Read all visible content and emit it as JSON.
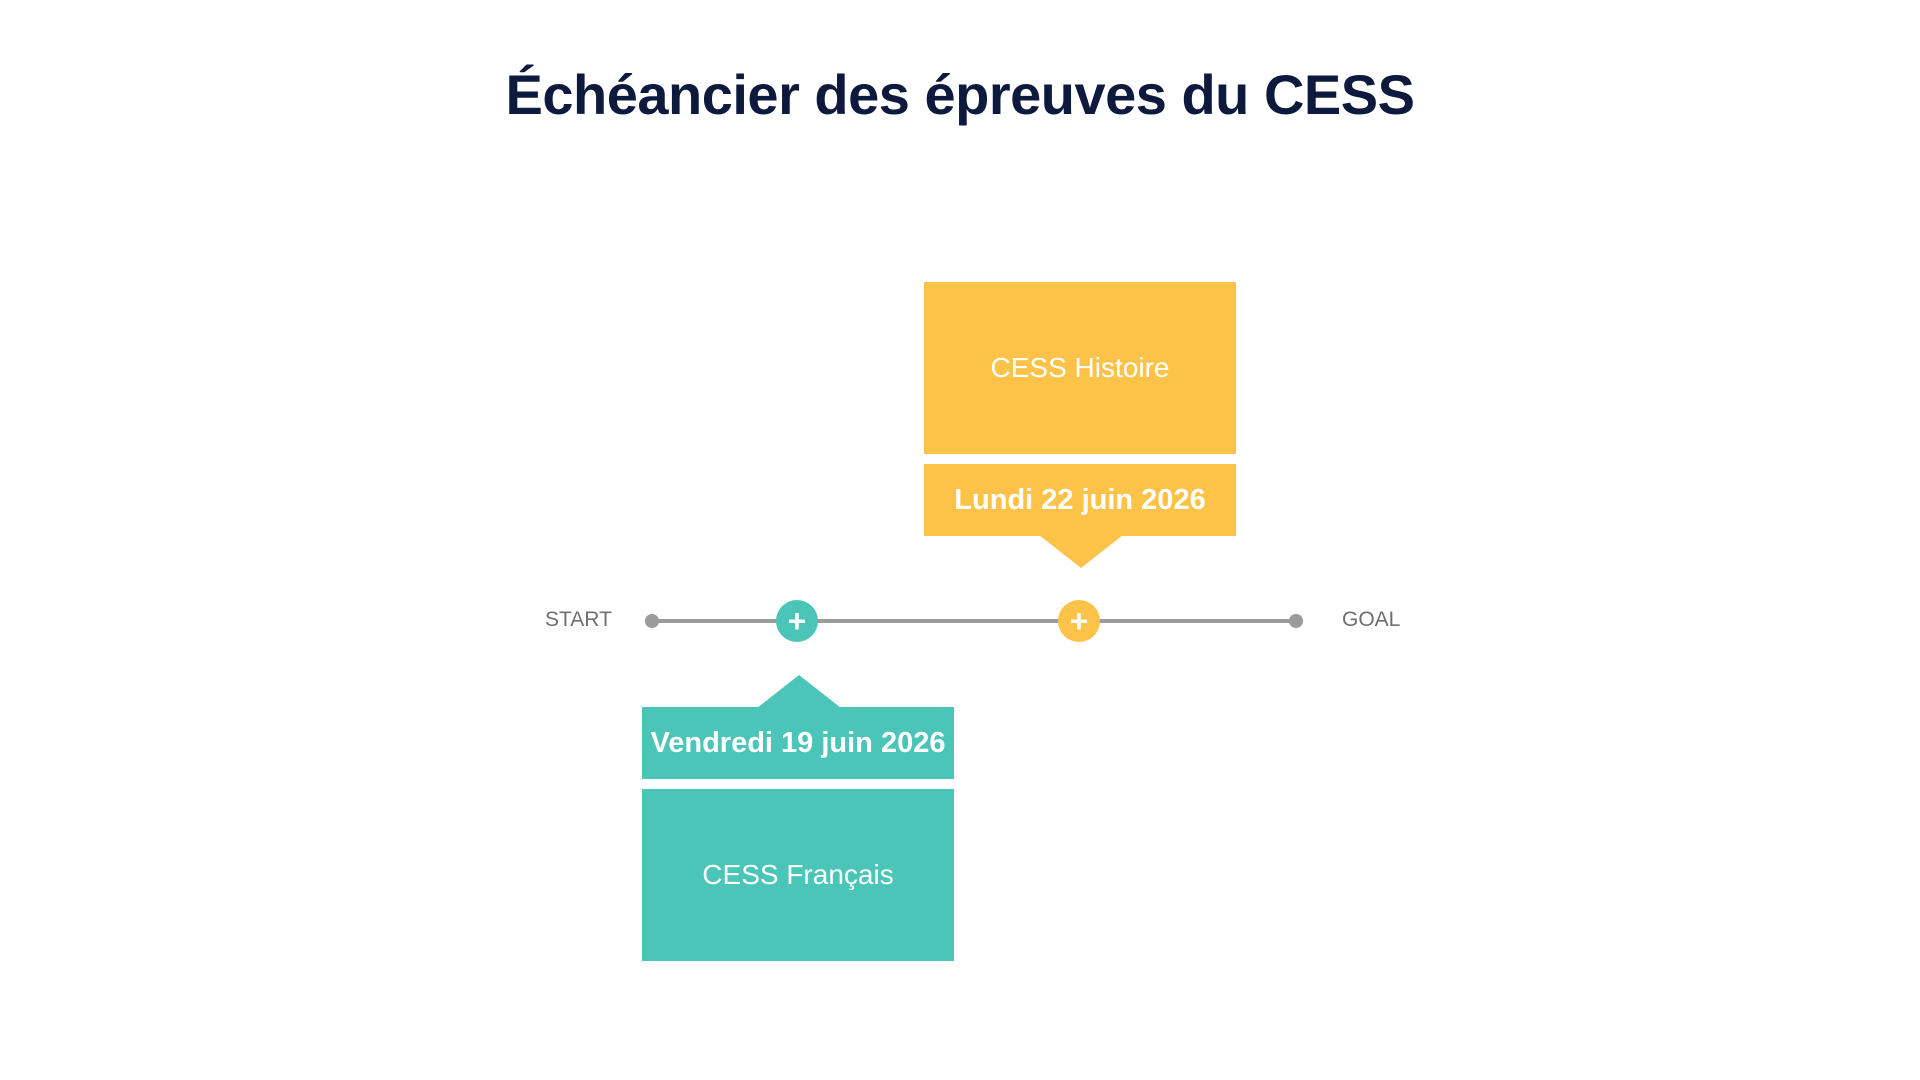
{
  "title": "Échéancier des épreuves du CESS",
  "timeline": {
    "start_label": "START",
    "goal_label": "GOAL",
    "marker_icon": "plus-icon"
  },
  "events": [
    {
      "date": "Vendredi 19 juin 2026",
      "name": "CESS Français",
      "color": "#4bc5b7",
      "position": "below"
    },
    {
      "date": "Lundi 22 juin 2026",
      "name": "CESS Histoire",
      "color": "#fdc248",
      "position": "above"
    }
  ],
  "colors": {
    "title": "#0e1a3d",
    "line": "#9b9b9b",
    "teal": "#4bc5b7",
    "yellow": "#fdc248"
  }
}
